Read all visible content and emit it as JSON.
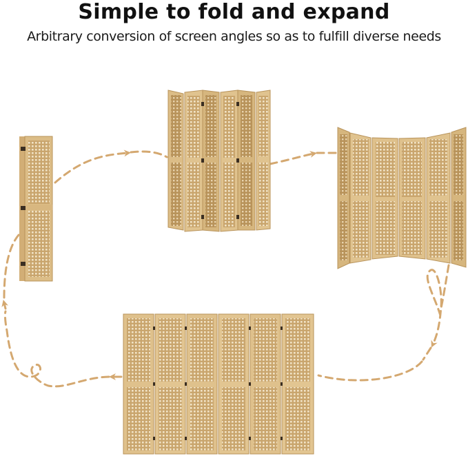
{
  "header": {
    "title": "Simple to fold and expand",
    "subtitle": "Arbitrary conversion of screen angles so as to fulfill diverse needs"
  },
  "illustration": {
    "subject": "6-panel rattan/wood room divider folding screen",
    "states": [
      {
        "name": "folded",
        "panels": 1
      },
      {
        "name": "zigzag-partially-open",
        "panels": 6
      },
      {
        "name": "curved-arc",
        "panels": 6
      },
      {
        "name": "fully-flat-expanded",
        "panels": 6
      }
    ],
    "flow": "dashed arrows cycle folded → zigzag → curved → flat → folded",
    "colors": {
      "wood_frame": "#d9b883",
      "wood_dark": "#b8935a",
      "lattice": "#c9a670",
      "lattice_hole": "#f3e6cc",
      "arrow": "#d4a870",
      "hinge": "#3a2e22"
    }
  }
}
